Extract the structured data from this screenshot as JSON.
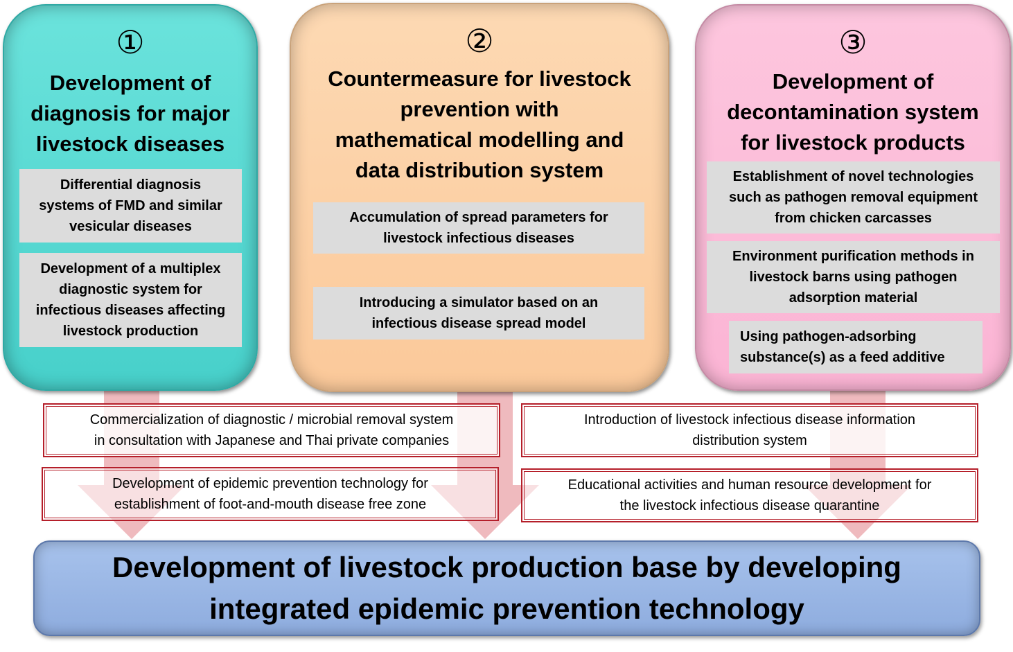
{
  "panels": [
    {
      "number": "①",
      "title_lines": [
        "Development of",
        "diagnosis for major",
        "livestock diseases"
      ],
      "items": [
        [
          "Differential diagnosis",
          "systems of FMD and similar",
          "vesicular diseases"
        ],
        [
          "Development of a multiplex",
          "diagnostic system for",
          "infectious diseases affecting",
          "livestock production"
        ]
      ],
      "color": "#55d8d2"
    },
    {
      "number": "②",
      "title_lines": [
        "Countermeasure for livestock",
        "prevention with",
        "mathematical modelling and",
        "data distribution system"
      ],
      "items": [
        [
          "Accumulation of spread parameters for",
          "livestock infectious diseases"
        ],
        [
          "Introducing a simulator based on an",
          "infectious disease spread model"
        ]
      ],
      "color": "#fcd0a6"
    },
    {
      "number": "③",
      "title_lines": [
        "Development of",
        "decontamination system",
        "for livestock products"
      ],
      "items": [
        [
          "Establishment of novel technologies",
          "such as pathogen removal equipment",
          "from chicken carcasses"
        ],
        [
          "Environment purification methods in",
          "livestock barns using pathogen",
          "adsorption material"
        ],
        [
          "Using pathogen-adsorbing",
          "substance(s) as a feed additive"
        ]
      ],
      "color": "#fbbcd8"
    }
  ],
  "outcomes": [
    [
      "Commercialization of diagnostic / microbial removal system",
      "in consultation with Japanese and Thai private companies"
    ],
    [
      "Introduction of livestock infectious disease information",
      "distribution system"
    ],
    [
      "Development of epidemic prevention technology for",
      "establishment of foot-and-mouth disease free zone"
    ],
    [
      "Educational activities and human resource development for",
      "the livestock infectious disease quarantine"
    ]
  ],
  "goal_lines": [
    "Development of livestock production base by developing",
    "integrated epidemic prevention technology"
  ],
  "colors": {
    "arrow": "#e9a3a8",
    "outcome_border": "#b51f2a",
    "goal": "#9ab6e6",
    "item_box": "#dcdcdc"
  }
}
